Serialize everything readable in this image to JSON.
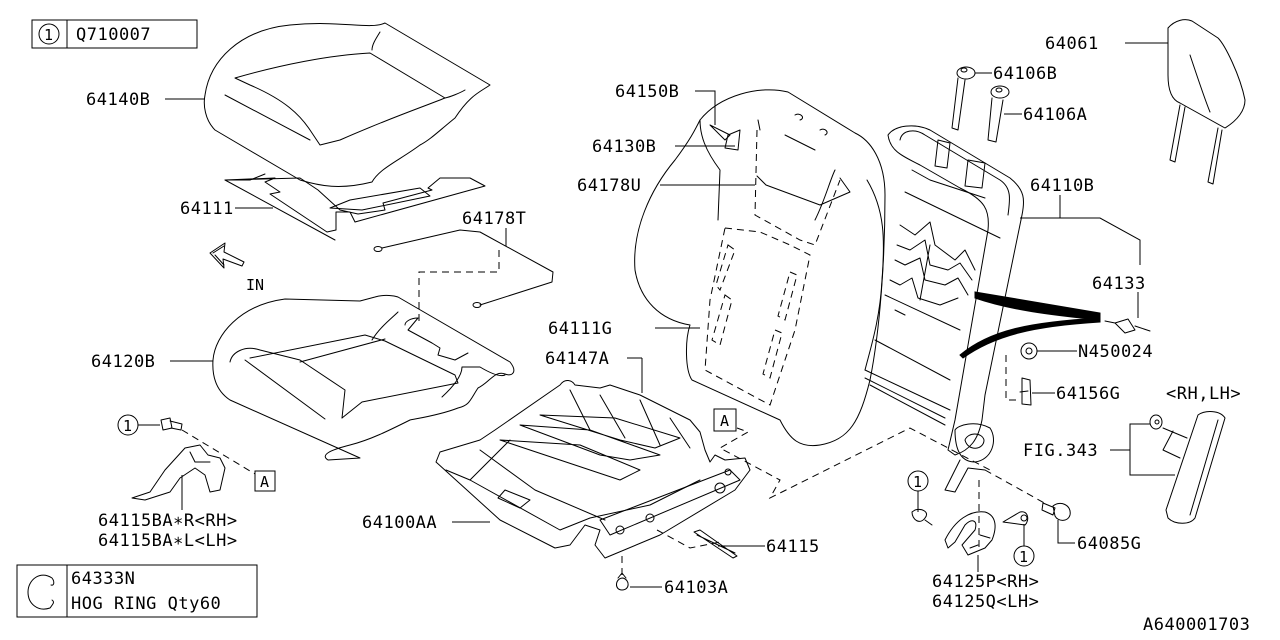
{
  "diagram": {
    "title": "Front Seat Parts Diagram",
    "drawing_id": "A640001703",
    "legend_fastener": {
      "index": "1",
      "part_no": "Q710007"
    },
    "legend_hog_ring": {
      "part_no": "64333N",
      "description": "HOG RING Qty60",
      "icon": "hog-ring-icon"
    },
    "direction_arrow": {
      "label": "IN",
      "icon": "arrow-in-icon"
    },
    "reference_marker": "A",
    "fastener_ref": "1",
    "callouts": {
      "p64140B": "64140B",
      "p64111": "64111",
      "p64178T": "64178T",
      "p64120B": "64120B",
      "p64115BA_R": "64115BA∗R<RH>",
      "p64115BA_L": "64115BA∗L<LH>",
      "p64100AA": "64100AA",
      "p64103A": "64103A",
      "p64115": "64115",
      "p64147A": "64147A",
      "p64111G": "64111G",
      "p64178U": "64178U",
      "p64130B": "64130B",
      "p64150B": "64150B",
      "p64106B": "64106B",
      "p64106A": "64106A",
      "p64061": "64061",
      "p64110B": "64110B",
      "p64133": "64133",
      "pN450024": "N450024",
      "p64156G": "64156G",
      "rh_lh": "<RH,LH>",
      "fig343": "FIG.343",
      "p64085G": "64085G",
      "p64125P": "64125P<RH>",
      "p64125Q": "64125Q<LH>"
    }
  }
}
